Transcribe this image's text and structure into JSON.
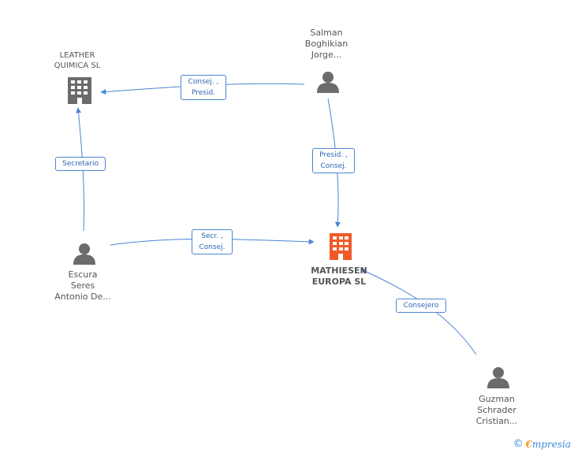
{
  "nodes": {
    "leather": {
      "lines": [
        "LEATHER",
        "QUIMICA SL"
      ],
      "kind": "company",
      "icon": "building-icon",
      "color": "#6b6b6b"
    },
    "salman": {
      "lines": [
        "Salman",
        "Boghikian",
        "Jorge..."
      ],
      "kind": "person",
      "icon": "person-icon",
      "color": "#6b6b6b"
    },
    "mathiesen": {
      "lines": [
        "MATHIESEN",
        "EUROPA SL"
      ],
      "kind": "company",
      "icon": "building-icon",
      "color": "#f05a28"
    },
    "escura": {
      "lines": [
        "Escura",
        "Seres",
        "Antonio De..."
      ],
      "kind": "person",
      "icon": "person-icon",
      "color": "#6b6b6b"
    },
    "guzman": {
      "lines": [
        "Guzman",
        "Schrader",
        "Cristian..."
      ],
      "kind": "person",
      "icon": "person-icon",
      "color": "#6b6b6b"
    }
  },
  "edges": [
    {
      "from": "salman",
      "to": "leather",
      "lines": [
        "Consej. ,",
        "Presid."
      ]
    },
    {
      "from": "salman",
      "to": "mathiesen",
      "lines": [
        "Presid. ,",
        "Consej."
      ]
    },
    {
      "from": "escura",
      "to": "leather",
      "lines": [
        "Secretario"
      ]
    },
    {
      "from": "escura",
      "to": "mathiesen",
      "lines": [
        "Secr. ,",
        "Consej."
      ]
    },
    {
      "from": "guzman",
      "to": "mathiesen",
      "lines": [
        "Consejero"
      ]
    }
  ],
  "colors": {
    "edge": "#4a86d4",
    "node_gray": "#6b6b6b",
    "node_accent": "#f05a28"
  },
  "footer": {
    "copyright": "©",
    "brand_initial": "€",
    "brand_rest": "mpresia"
  }
}
